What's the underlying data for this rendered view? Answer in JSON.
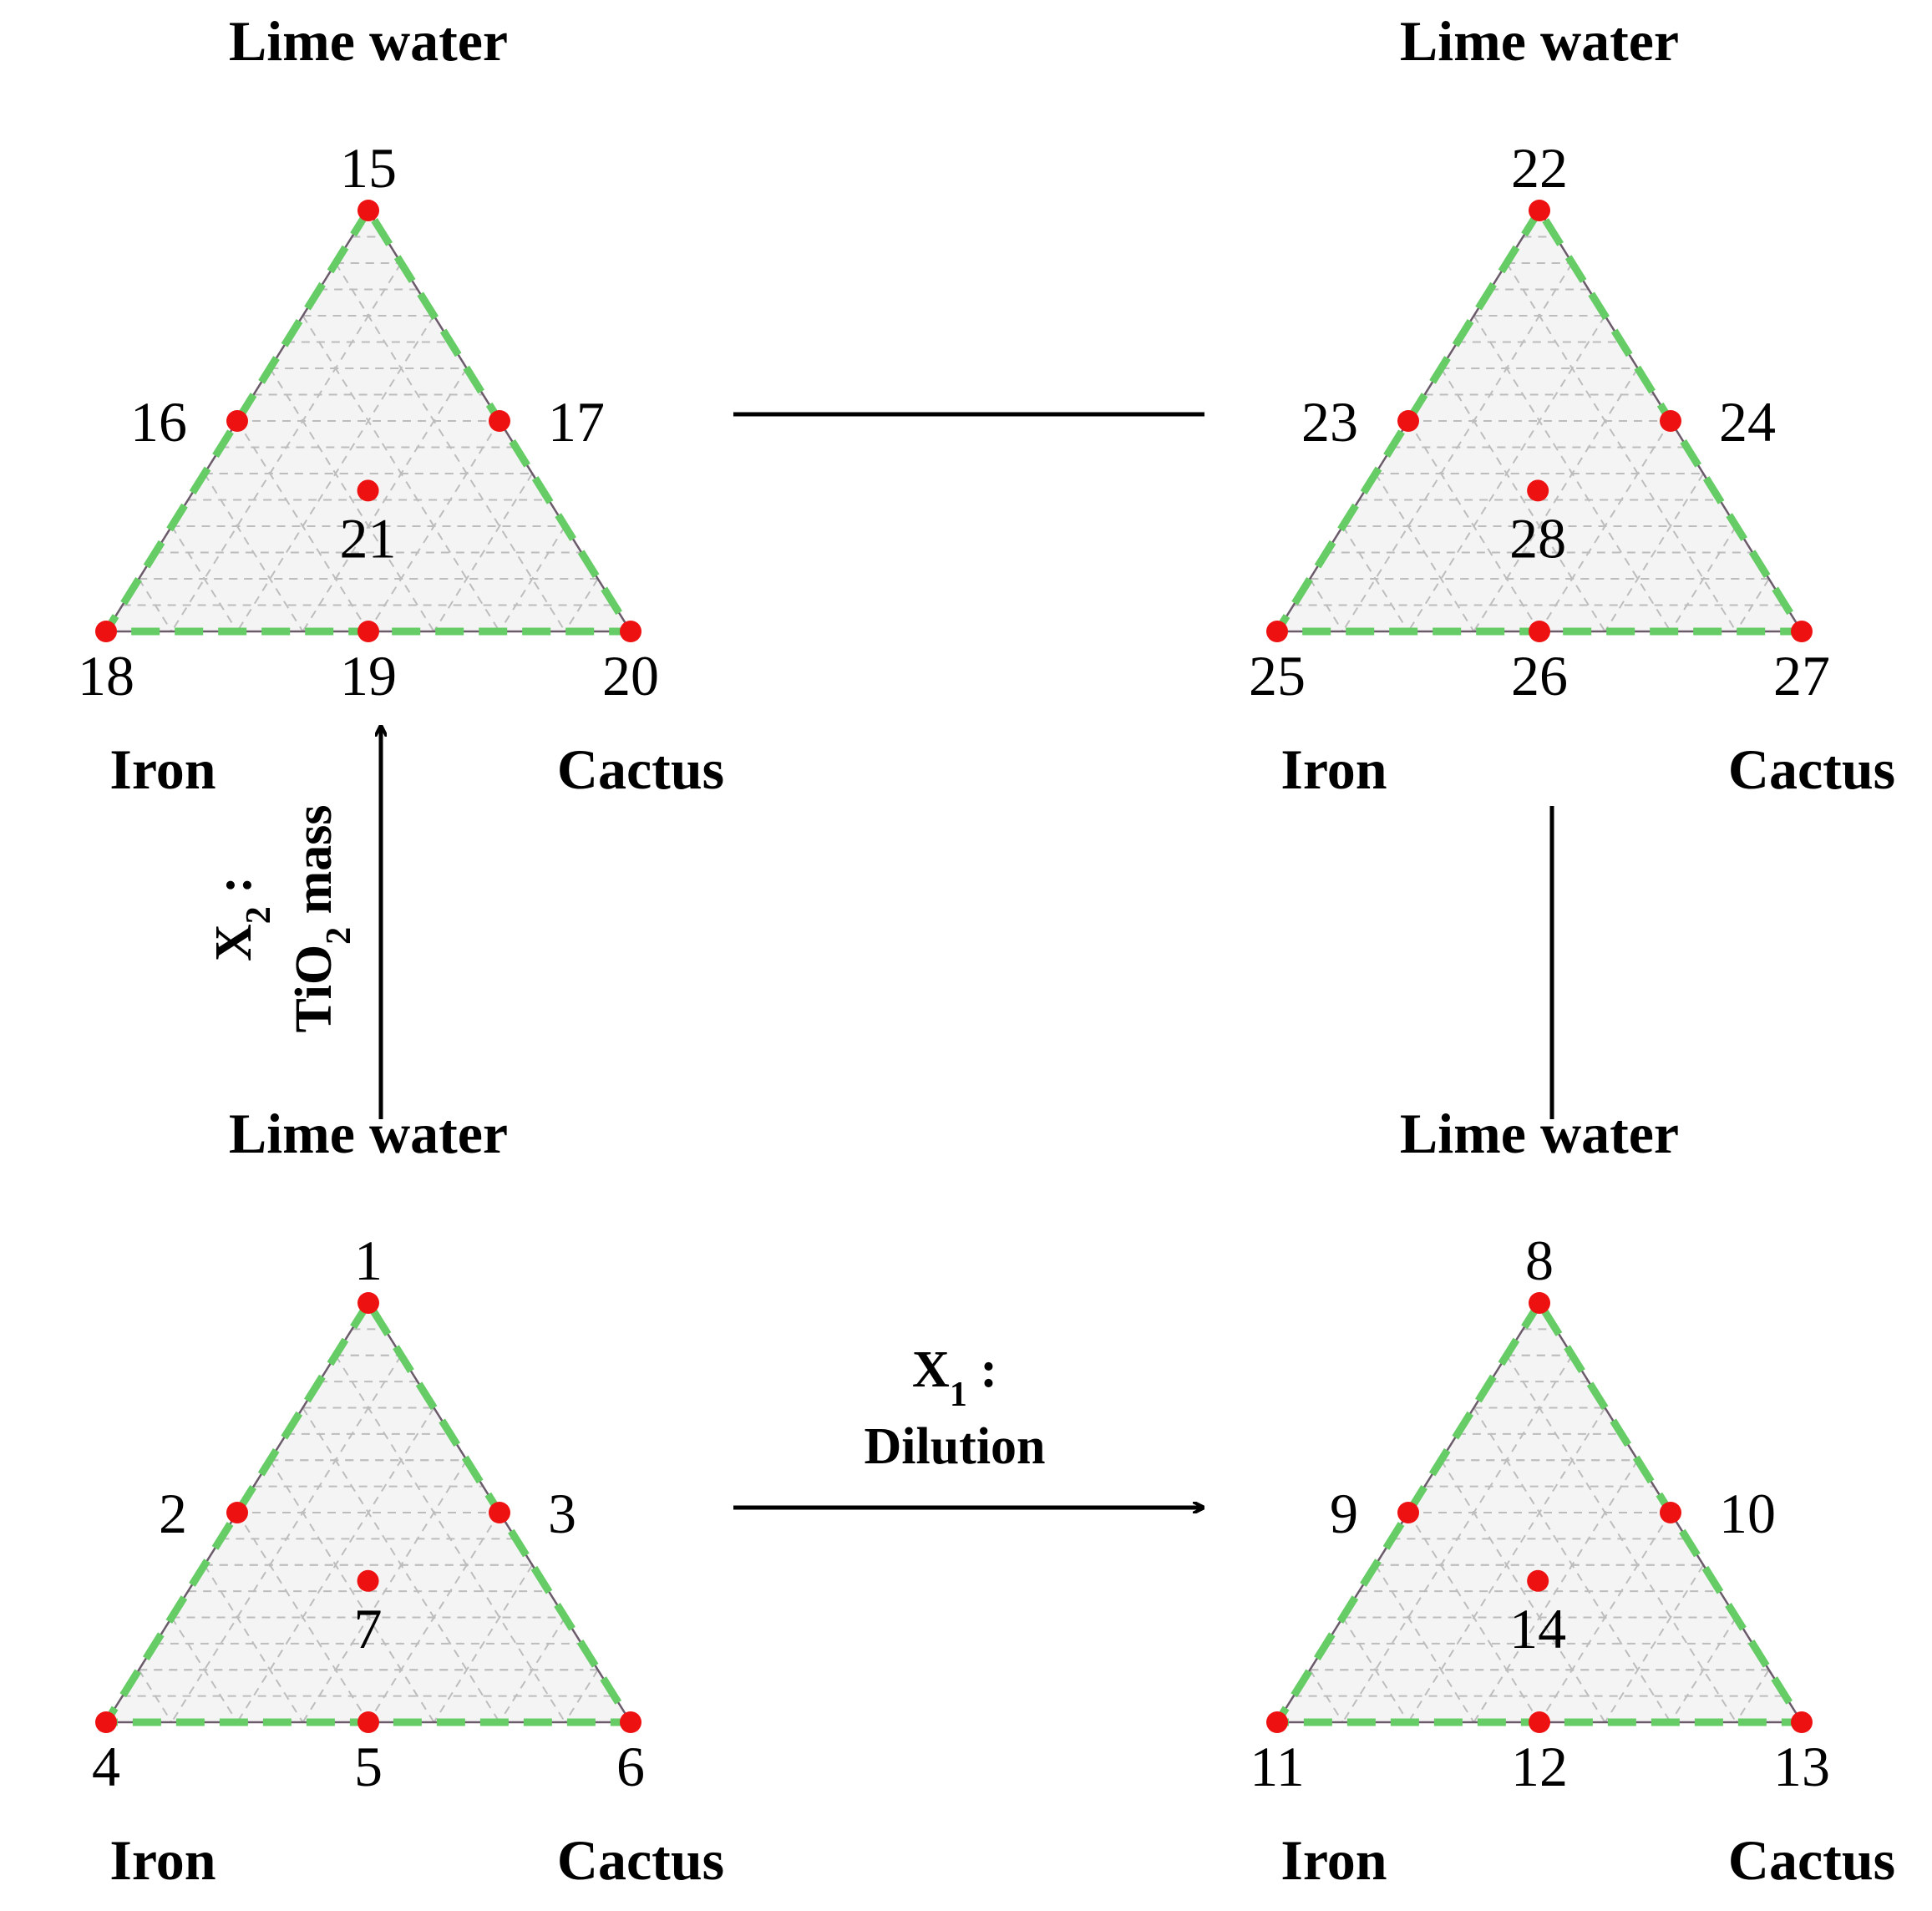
{
  "triangles": [
    {
      "id": "top-left",
      "apex_labels": {
        "top": "Lime water",
        "left": "Iron",
        "right": "Cactus"
      },
      "points": [
        {
          "label": "15",
          "a": 1,
          "b": 0,
          "c": 0
        },
        {
          "label": "16",
          "a": 0.5,
          "b": 0.5,
          "c": 0
        },
        {
          "label": "17",
          "a": 0.5,
          "b": 0,
          "c": 0.5
        },
        {
          "label": "18",
          "a": 0,
          "b": 1,
          "c": 0
        },
        {
          "label": "19",
          "a": 0,
          "b": 0.5,
          "c": 0.5
        },
        {
          "label": "20",
          "a": 0,
          "b": 0,
          "c": 1
        },
        {
          "label": "21",
          "a": 0.333,
          "b": 0.333,
          "c": 0.333
        }
      ]
    },
    {
      "id": "top-right",
      "apex_labels": {
        "top": "Lime water",
        "left": "Iron",
        "right": "Cactus"
      },
      "points": [
        {
          "label": "22",
          "a": 1,
          "b": 0,
          "c": 0
        },
        {
          "label": "23",
          "a": 0.5,
          "b": 0.5,
          "c": 0
        },
        {
          "label": "24",
          "a": 0.5,
          "b": 0,
          "c": 0.5
        },
        {
          "label": "25",
          "a": 0,
          "b": 1,
          "c": 0
        },
        {
          "label": "26",
          "a": 0,
          "b": 0.5,
          "c": 0.5
        },
        {
          "label": "27",
          "a": 0,
          "b": 0,
          "c": 1
        },
        {
          "label": "28",
          "a": 0.333,
          "b": 0.333,
          "c": 0.333
        }
      ]
    },
    {
      "id": "bottom-left",
      "apex_labels": {
        "top": "Lime water",
        "left": "Iron",
        "right": "Cactus"
      },
      "points": [
        {
          "label": "1",
          "a": 1,
          "b": 0,
          "c": 0
        },
        {
          "label": "2",
          "a": 0.5,
          "b": 0.5,
          "c": 0
        },
        {
          "label": "3",
          "a": 0.5,
          "b": 0,
          "c": 0.5
        },
        {
          "label": "4",
          "a": 0,
          "b": 1,
          "c": 0
        },
        {
          "label": "5",
          "a": 0,
          "b": 0.5,
          "c": 0.5
        },
        {
          "label": "6",
          "a": 0,
          "b": 0,
          "c": 1
        },
        {
          "label": "7",
          "a": 0.333,
          "b": 0.333,
          "c": 0.333
        }
      ]
    },
    {
      "id": "bottom-right",
      "apex_labels": {
        "top": "Lime water",
        "left": "Iron",
        "right": "Cactus"
      },
      "points": [
        {
          "label": "8",
          "a": 1,
          "b": 0,
          "c": 0
        },
        {
          "label": "9",
          "a": 0.5,
          "b": 0.5,
          "c": 0
        },
        {
          "label": "10",
          "a": 0.5,
          "b": 0,
          "c": 0.5
        },
        {
          "label": "11",
          "a": 0,
          "b": 1,
          "c": 0
        },
        {
          "label": "12",
          "a": 0,
          "b": 0.5,
          "c": 0.5
        },
        {
          "label": "13",
          "a": 0,
          "b": 0,
          "c": 1
        },
        {
          "label": "14",
          "a": 0.333,
          "b": 0.333,
          "c": 0.333
        }
      ]
    }
  ],
  "factors": {
    "x1": {
      "symbol": "X",
      "subscript": "1",
      "suffix": " :",
      "name": "Dilution"
    },
    "x2": {
      "symbol": "X",
      "subscript": "2",
      "suffix": " :",
      "name_prefix": "TiO",
      "name_subscript": "2",
      "name_suffix": " mass"
    }
  },
  "colors": {
    "point": "#ee1111",
    "edge_dashed": "#66cc66",
    "grid": "#bdbdbd",
    "connector": "#000000"
  }
}
